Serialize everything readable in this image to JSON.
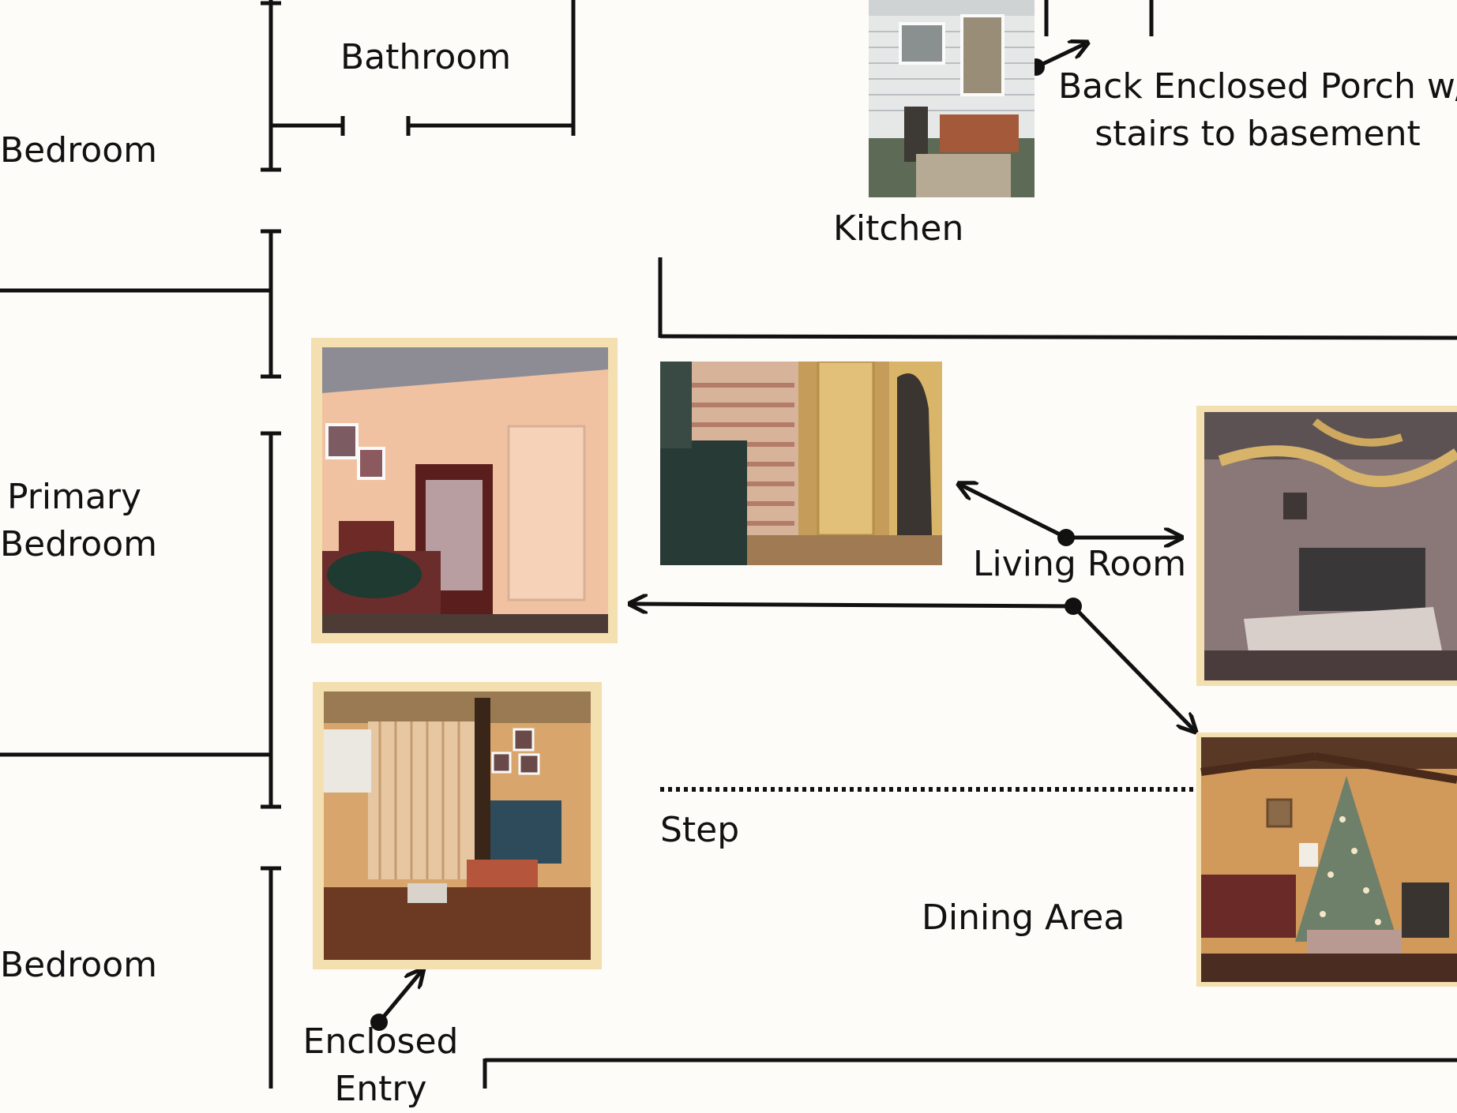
{
  "rooms": {
    "bedroom_top": "Bedroom",
    "bathroom": "Bathroom",
    "kitchen": "Kitchen",
    "back_porch_line1": "Back Enclosed Porch w/",
    "back_porch_line2": "stairs to basement",
    "primary_bedroom_line1": "Primary",
    "primary_bedroom_line2": "Bedroom",
    "living_room": "Living Room",
    "step": "Step",
    "dining_area": "Dining Area",
    "bedroom_bottom": "Bedroom",
    "enclosed_entry_line1": "Enclosed",
    "enclosed_entry_line2": "Entry"
  },
  "photos": [
    {
      "id": "back-porch-photo",
      "subject": "house-exterior"
    },
    {
      "id": "primary-bedroom-photo",
      "subject": "bedroom-interior"
    },
    {
      "id": "fireplace-photo",
      "subject": "brick-fireplace"
    },
    {
      "id": "living-room-party-photo",
      "subject": "living-room-streamers"
    },
    {
      "id": "enclosed-entry-photo",
      "subject": "paneled-room"
    },
    {
      "id": "dining-christmas-photo",
      "subject": "christmas-tree"
    }
  ],
  "colors": {
    "wall": "#111111",
    "background": "#fdfcf9",
    "photo_border": "#f3dfb0"
  }
}
